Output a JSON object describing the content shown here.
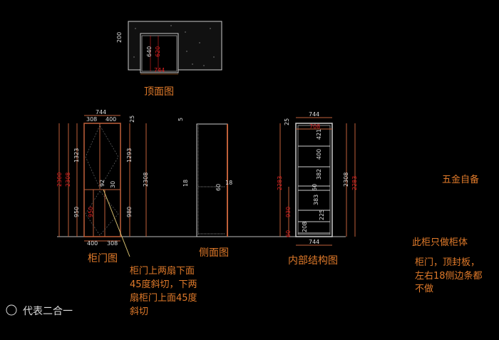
{
  "top_view": {
    "title": "顶面图",
    "dim_200": "200",
    "dim_640": "640",
    "dim_620": "620",
    "dim_744": "744"
  },
  "door_view": {
    "title": "柜门图",
    "dim_width": "744",
    "top_left": "308",
    "top_right": "400",
    "dim_25": "25",
    "left_total_red": "2300",
    "left_total_red2": "2308",
    "upper_left": "1323",
    "lower_left": "950",
    "upper_right": "1293",
    "lower_right": "980",
    "right_total": "2308",
    "mid_92": "92",
    "mid_30": "30",
    "lower_red": "950",
    "bottom_left": "400",
    "bottom_right": "308"
  },
  "side_view": {
    "title": "侧面图",
    "dim_5": "5",
    "dim_18_left": "18",
    "dim_18_right": "18",
    "dim_60": "60"
  },
  "internal_view": {
    "title": "内部结构图",
    "dim_top": "744",
    "dim_inner": "708",
    "dim_25": "25",
    "shelves": [
      "421",
      "400",
      "382",
      "60",
      "383",
      "225",
      "208"
    ],
    "left_total": "2283",
    "left_930": "930",
    "left_60": "60",
    "right_total": "2308",
    "right_total_red": "2283",
    "dim_bottom": "744"
  },
  "notes": {
    "door_cut": [
      "柜门上两扇下面",
      "45度斜切，下两",
      "扇柜门上面45度",
      "斜切"
    ],
    "hardware": "五金自备",
    "body_only": "此柜只做柜体",
    "exclusions": [
      "柜门，顶封板，",
      "左右18侧边条都",
      "不做"
    ],
    "legend": "代表二合一"
  },
  "colors": {
    "background": "#000000",
    "annotation": "#e07a2a",
    "dimension_red": "#e02020",
    "line": "#d0d0d0"
  }
}
